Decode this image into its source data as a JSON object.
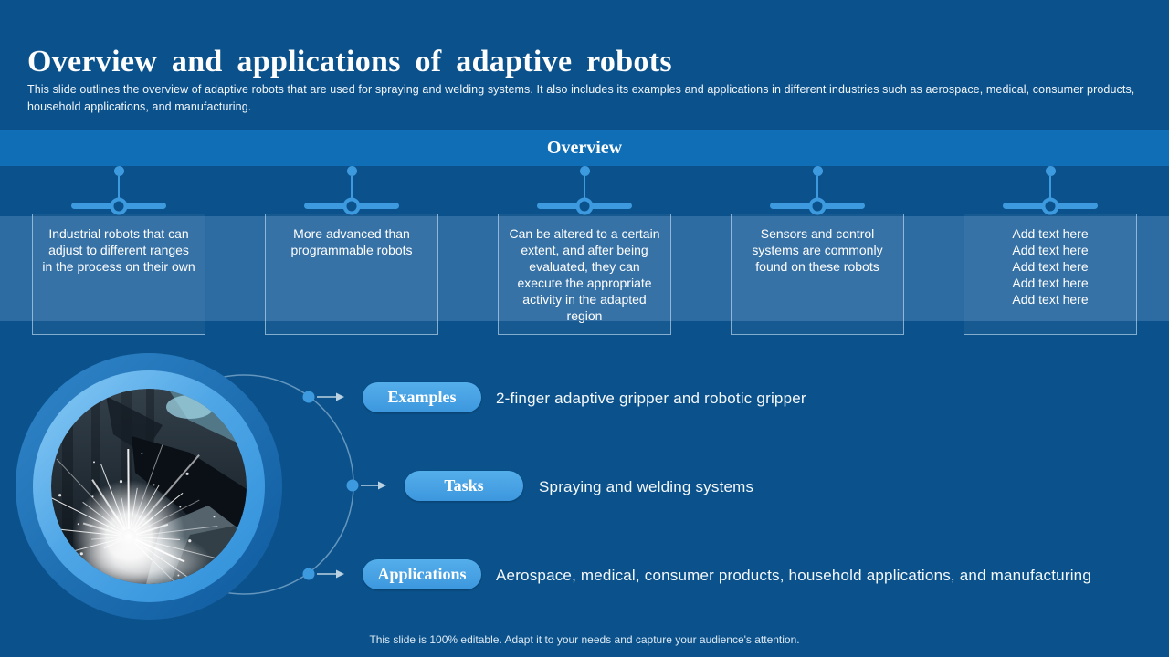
{
  "slide": {
    "title": "Overview and applications of adaptive robots",
    "subtitle": "This slide outlines the overview of adaptive robots that are used for spraying and welding systems. It also includes its examples and applications in different industries such as aerospace, medical, consumer products, household applications, and manufacturing.",
    "footer": "This slide is 100% editable. Adapt it to your needs and capture your audience's attention."
  },
  "overview": {
    "header": "Overview",
    "boxes": [
      {
        "text": "Industrial robots that can adjust to different ranges in the process on their own"
      },
      {
        "text": "More advanced than programmable robots"
      },
      {
        "text": "Can be altered to a certain extent, and after being evaluated, they can execute the appropriate activity in the adapted region"
      },
      {
        "text": "Sensors and control systems are commonly found on these robots"
      },
      {
        "text": "Add text here\nAdd text here\nAdd text here\nAdd text here\nAdd text here"
      }
    ]
  },
  "details": [
    {
      "label": "Examples",
      "text": "2-finger adaptive gripper and robotic gripper"
    },
    {
      "label": "Tasks",
      "text": "Spraying and welding systems"
    },
    {
      "label": "Applications",
      "text": "Aerospace, medical, consumer products, household applications, and manufacturing"
    }
  ],
  "image": {
    "description": "welding sparks photo"
  },
  "colors": {
    "background": "#0B528C",
    "header_bar": "#0F6EB6",
    "band": "#2D6BA3",
    "accent": "#3E9ADF",
    "pill_top": "#54AEEA",
    "pill_bottom": "#3D97DE"
  }
}
